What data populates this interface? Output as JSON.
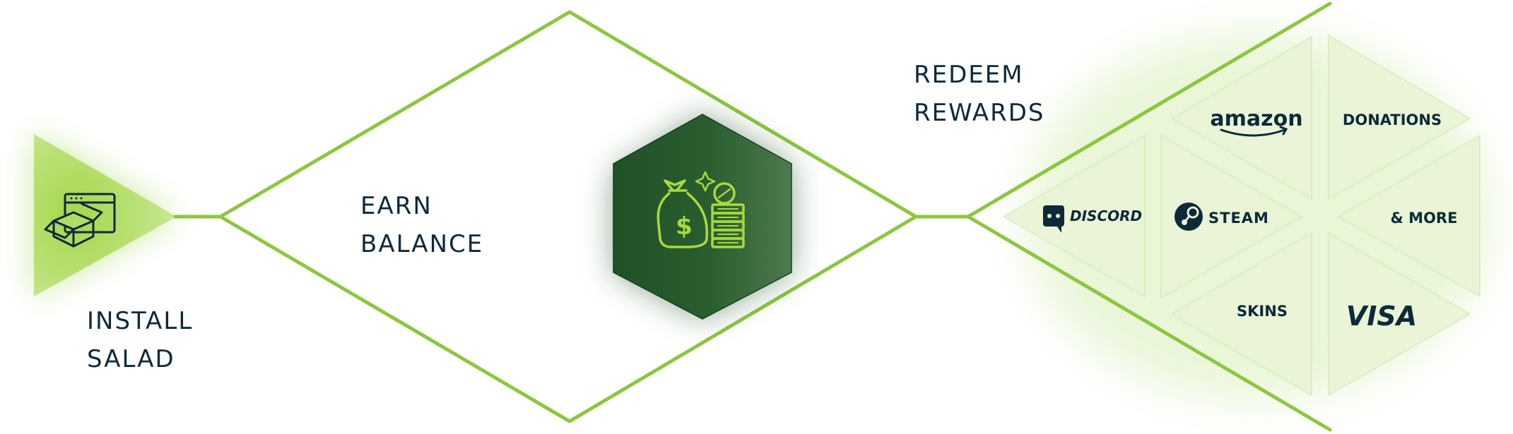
{
  "steps": {
    "install": {
      "line1": "INSTALL",
      "line2": "SALAD",
      "icon": "app-install-box-icon"
    },
    "earn": {
      "line1": "EARN",
      "line2": "BALANCE",
      "icon": "money-bag-coins-icon"
    },
    "redeem": {
      "line1": "REDEEM",
      "line2": "REWARDS"
    }
  },
  "rewards": {
    "amazon": "amazon",
    "donations": "DONATIONS",
    "discord": "DISCORD",
    "steam": "STEAM",
    "more": "& MORE",
    "skins": "SKINS",
    "visa": "VISA"
  },
  "colors": {
    "accent": "#8dc63f",
    "text": "#0d2a3a",
    "hex_dark": "#1f5227",
    "tile": "#e9f5d6"
  }
}
